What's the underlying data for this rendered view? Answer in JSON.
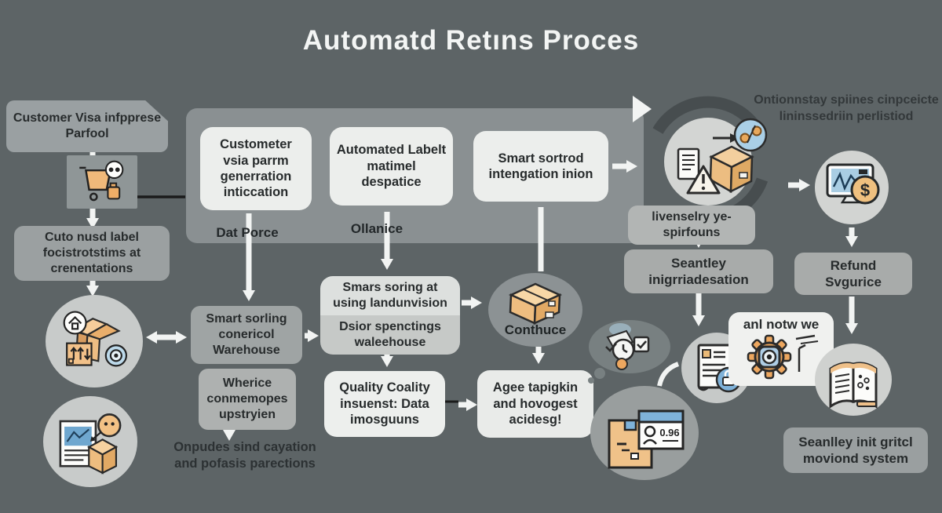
{
  "title": "Automatd Retıns Proces",
  "nodes": {
    "customer_portal": "Customer Visa infpprese Parfool",
    "custom_label": "Cuto nusd label focistrotstims at crenentations",
    "panel_box1": "Custometer vsia parrm generration inticcation",
    "panel_caption1": "Dat Porce",
    "panel_box2": "Automated Labelt matimel despatice",
    "panel_caption2": "Ollanice",
    "panel_box3": "Smart sortrod intengation inion",
    "warehouse_sorting": "Smart sorling conericol Warehouse",
    "wherice": "Wherice conmemopes upstryien",
    "onpudes": "Onpudes sind cayation and pofasis parections",
    "smars_top": "Smars soring at using landunvision",
    "smars_bottom": "Dsior spenctings waleehouse",
    "quality": "Quality Coality insuenst: Data imosguuns",
    "conthuce": "Conthuce",
    "agee": "Agee tapigkin and hovogest acidesg!",
    "anl_notw": "anl notw we",
    "ontionnstay": "Ontionnstay spiines cinpceicte lininssedriin perlistiod",
    "livenselry": "livenselry ye-spirfouns",
    "seantley": "Seantley inigrriadesation",
    "refund": "Refund Svgurice",
    "seanlley": "Seanlley init gritcl moviond system"
  },
  "icons": {
    "dollar": "$",
    "browser_value": "0.96"
  },
  "colors": {
    "background": "#5d6466",
    "panel": "#8a9092",
    "box_gray": "#9ba0a1",
    "box_white": "#edefed",
    "cardboard": "#f0c289",
    "accent_blue": "#7fb2d9",
    "accent_orange": "#eda75f",
    "arrow_white": "#f2f4f3",
    "title_text": "#f3f5f4",
    "dark_text": "#272b2c"
  }
}
